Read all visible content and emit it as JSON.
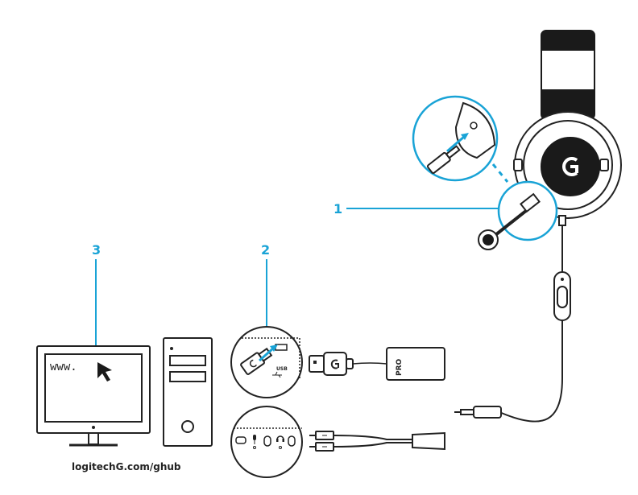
{
  "callouts": {
    "step1": "1",
    "step2": "2",
    "step3": "3"
  },
  "monitor": {
    "screen_text": "www."
  },
  "footer": {
    "url": "logitechG.com/ghub"
  },
  "usb_inset": {
    "port_label": "USB"
  },
  "dongle": {
    "label": "PRO"
  },
  "colors": {
    "accent": "#19a3d6",
    "line": "#222222",
    "headset_band": "#1a1a1a"
  },
  "icons": [
    "logitech-g-logo-icon",
    "cursor-arrow-icon",
    "usb-symbol-icon",
    "microphone-icon",
    "headphone-icon"
  ]
}
